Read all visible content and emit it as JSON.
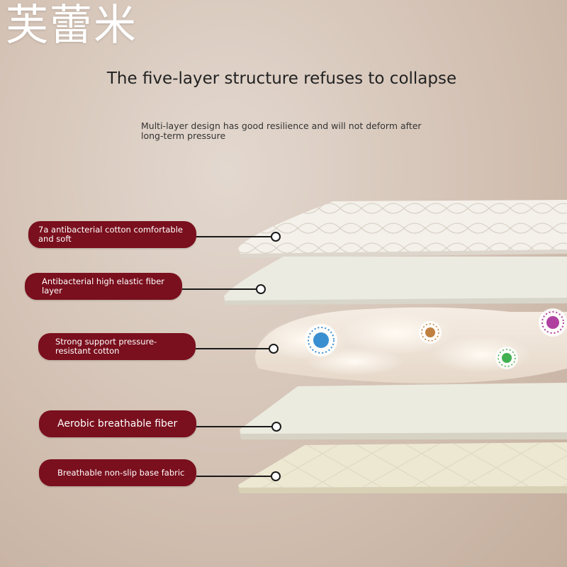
{
  "brand": {
    "text": "芙蕾米"
  },
  "headline": "The five-layer structure refuses to collapse",
  "subtext": "Multi-layer design has good resilience and will not deform after long-term pressure",
  "layers": [
    {
      "label": "7a antibacterial cotton comfortable and soft"
    },
    {
      "label": "Antibacterial high elastic fiber layer"
    },
    {
      "label": "Strong support pressure-resistant cotton"
    },
    {
      "label": "Aerobic breathable fiber"
    },
    {
      "label": "Breathable non-slip base fabric"
    }
  ],
  "colors": {
    "label_bg": "#7a0f1d",
    "label_text": "#ffffff",
    "bacteria": [
      "#3a8fd0",
      "#c08040",
      "#40b050",
      "#b040a0"
    ]
  }
}
